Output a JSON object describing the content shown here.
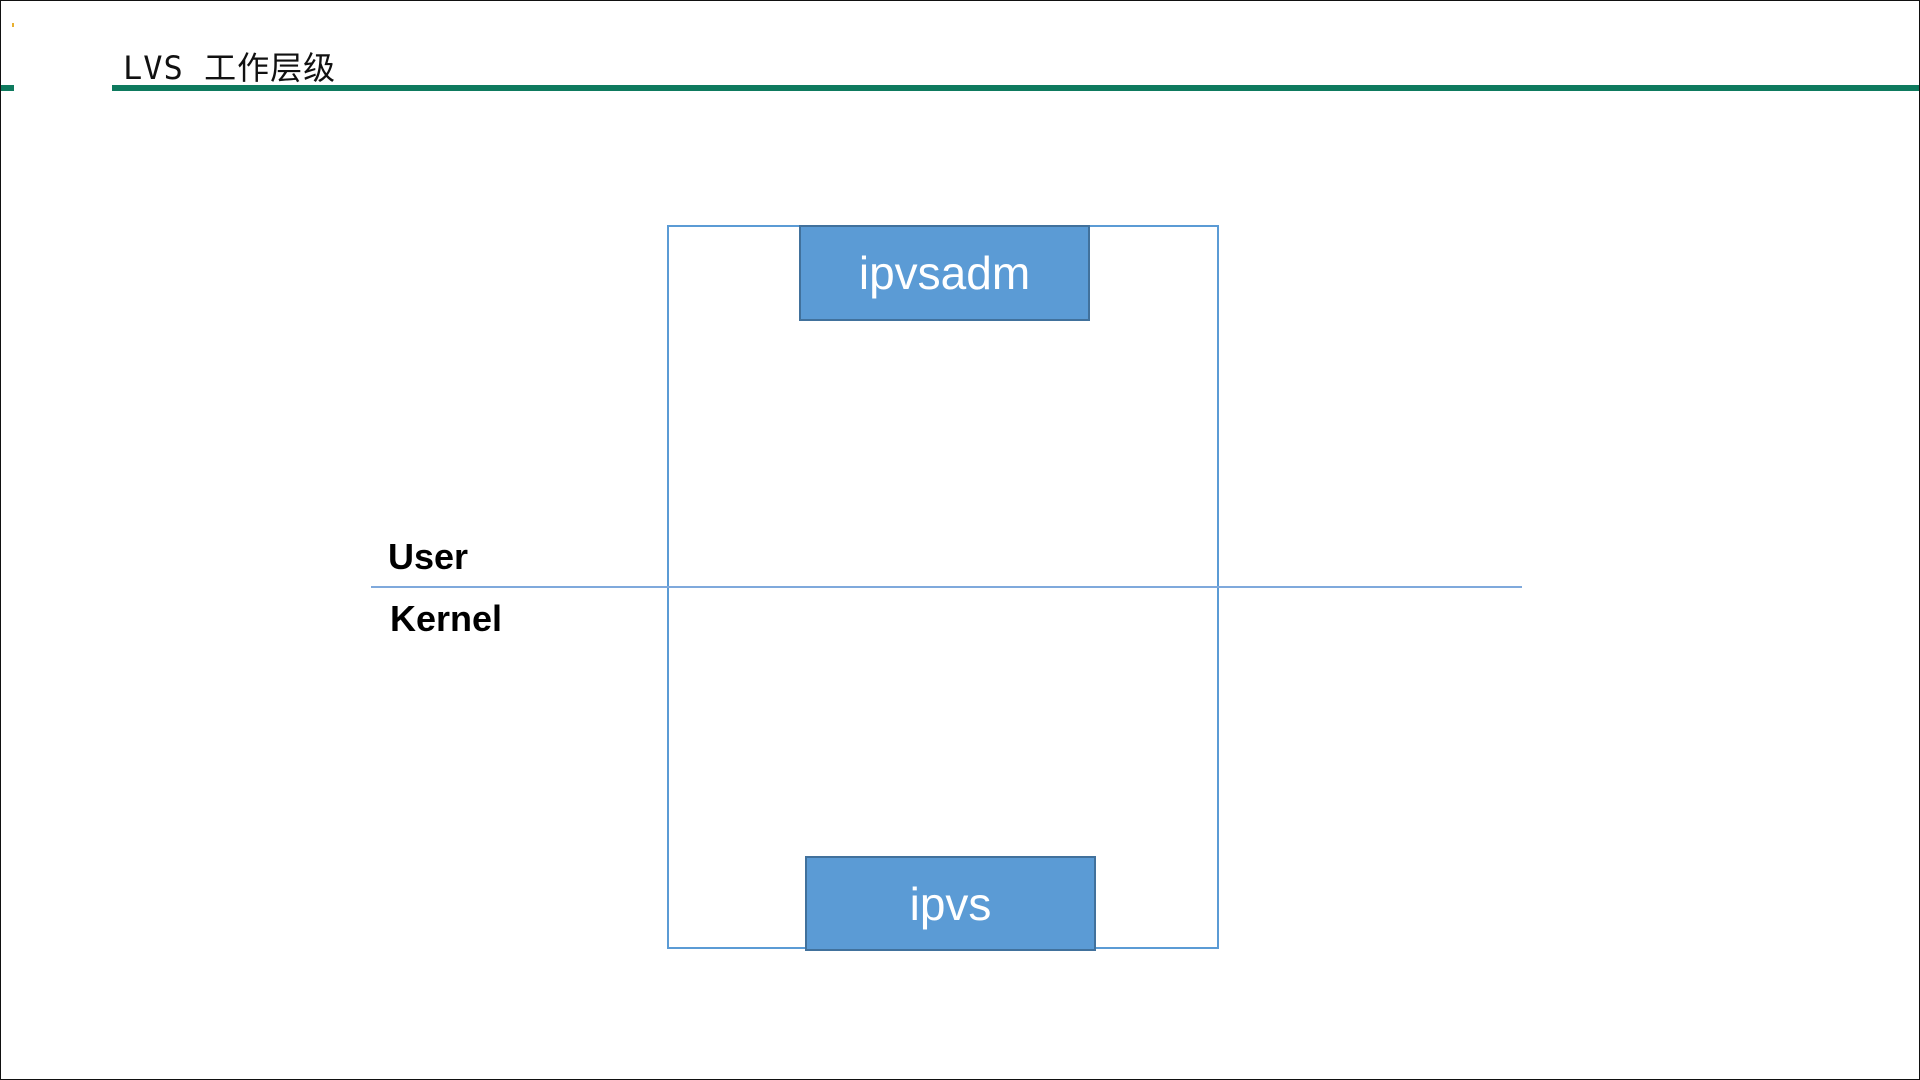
{
  "slide": {
    "title": "LVS 工作层级"
  },
  "diagram": {
    "layers": {
      "user_label": "User",
      "kernel_label": "Kernel"
    },
    "components": {
      "user_space": "ipvsadm",
      "kernel_space": "ipvs"
    }
  },
  "colors": {
    "accent_rule": "#0e7a5e",
    "box_fill": "#5b9bd5",
    "box_border": "#41719c",
    "frame_line": "#5b9bd5",
    "divider_line": "#7fa9dc"
  }
}
